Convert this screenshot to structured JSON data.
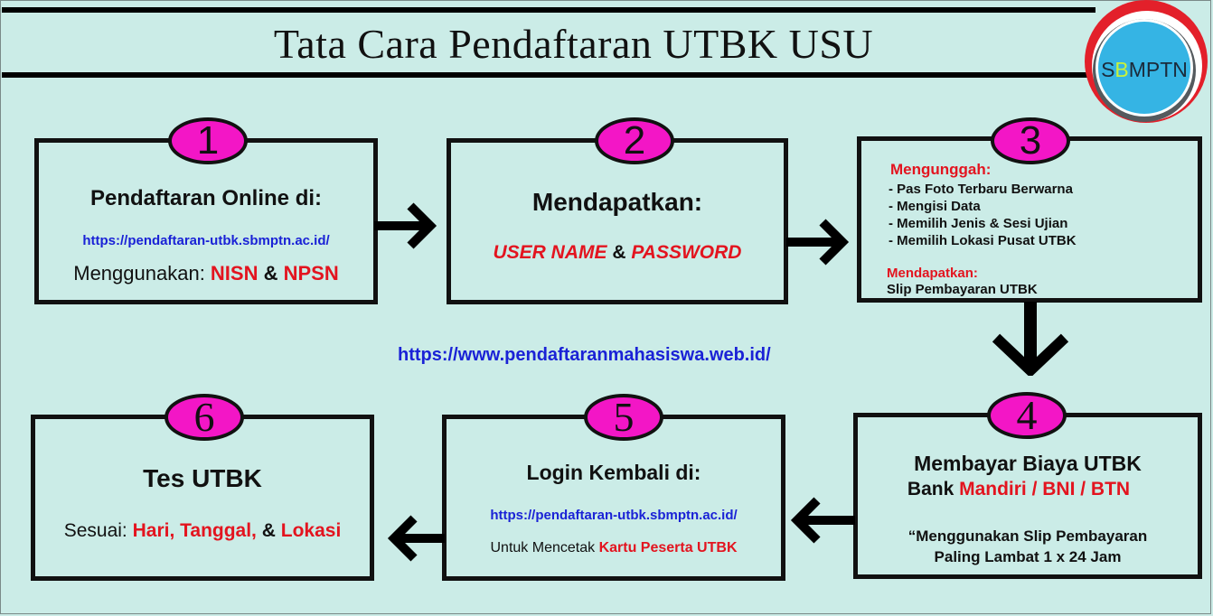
{
  "page": {
    "title": "Tata Cara Pendaftaran UTBK USU",
    "background": "#cbece7",
    "accent_badge": "#f316c6",
    "accent_red": "#e3141f",
    "accent_blue": "#1a22d6"
  },
  "logo": {
    "text_s": "S",
    "text_b": "B",
    "text_rest": "MPTN",
    "colors": {
      "outer_ring": "#e3202a",
      "inner_ring": "#555a5e",
      "fill": "#35b4e4",
      "b_letter": "#c9f23a",
      "text": "#1b2a3a"
    }
  },
  "steps": [
    {
      "number": "1",
      "heading": "Pendaftaran Online di:",
      "link": "https://pendaftaran-utbk.sbmptn.ac.id/",
      "line_prefix": "Menggunakan: ",
      "highlight_1": "NISN",
      "connector": " & ",
      "highlight_2": "NPSN"
    },
    {
      "number": "2",
      "heading": "Mendapatkan:",
      "highlight_1": "USER NAME",
      "connector": " & ",
      "highlight_2": "PASSWORD"
    },
    {
      "number": "3",
      "upload_label": "Mengunggah:",
      "upload_items": [
        "- Pas Foto Terbaru Berwarna",
        "- Mengisi Data",
        "- Memilih Jenis & Sesi Ujian",
        "- Memilih Lokasi Pusat UTBK"
      ],
      "receive_label": "Mendapatkan:",
      "receive_item": "Slip Pembayaran UTBK"
    },
    {
      "number": "4",
      "heading": "Membayar Biaya UTBK",
      "bank_prefix": "Bank ",
      "banks": "Mandiri / BNI / BTN",
      "note_line_1": "“Menggunakan Slip Pembayaran",
      "note_line_2": "Paling Lambat 1 x 24 Jam"
    },
    {
      "number": "5",
      "heading": "Login Kembali di:",
      "link": "https://pendaftaran-utbk.sbmptn.ac.id/",
      "line_prefix": "Untuk Mencetak ",
      "highlight_1": "Kartu Peserta UTBK"
    },
    {
      "number": "6",
      "heading": "Tes UTBK",
      "line_prefix": "Sesuai: ",
      "highlight_1": "Hari, Tanggal,",
      "connector": " & ",
      "highlight_2": "Lokasi"
    }
  ],
  "footer_link": "https://www.pendaftaranmahasiswa.web.id/",
  "arrows": [
    "right",
    "right",
    "down",
    "left",
    "left"
  ]
}
